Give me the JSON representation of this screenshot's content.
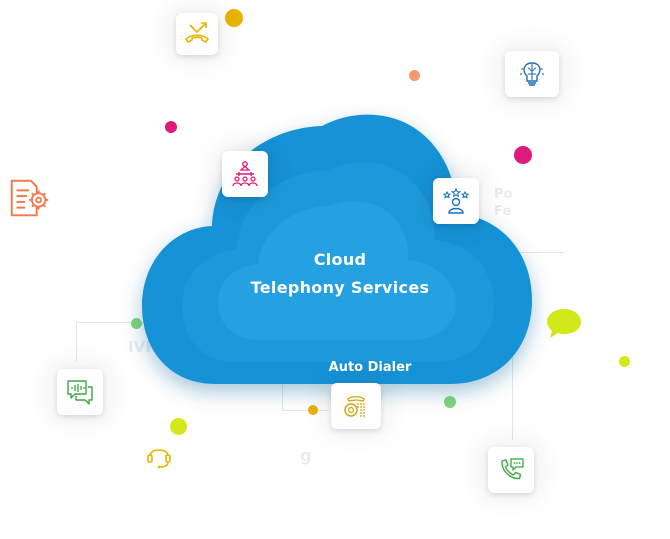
{
  "cloud": {
    "title_line1": "Cloud",
    "title_line2": "Telephony Services",
    "label_auto_dialer": "Auto Dialer"
  },
  "faint_labels": {
    "ivr": "IVR",
    "top_right": "Po\nFe",
    "bottom": "g"
  },
  "colors": {
    "cloud_outer": "#1592d6",
    "cloud_inner": "#2aa2e3",
    "magenta": "#e0197d",
    "yellow": "#e9b300",
    "lime": "#d2e81b",
    "green": "#7fd67a",
    "orange": "#f59a70",
    "navy": "#1b6fb0"
  },
  "icons": [
    "transfer-call-icon",
    "brain-icon",
    "conference-icon",
    "rating-agent-icon",
    "settings-document-icon",
    "voice-chat-icon",
    "auto-dialer-phone-icon",
    "headset-icon",
    "speech-bubble-icon",
    "phone-chat-icon"
  ]
}
